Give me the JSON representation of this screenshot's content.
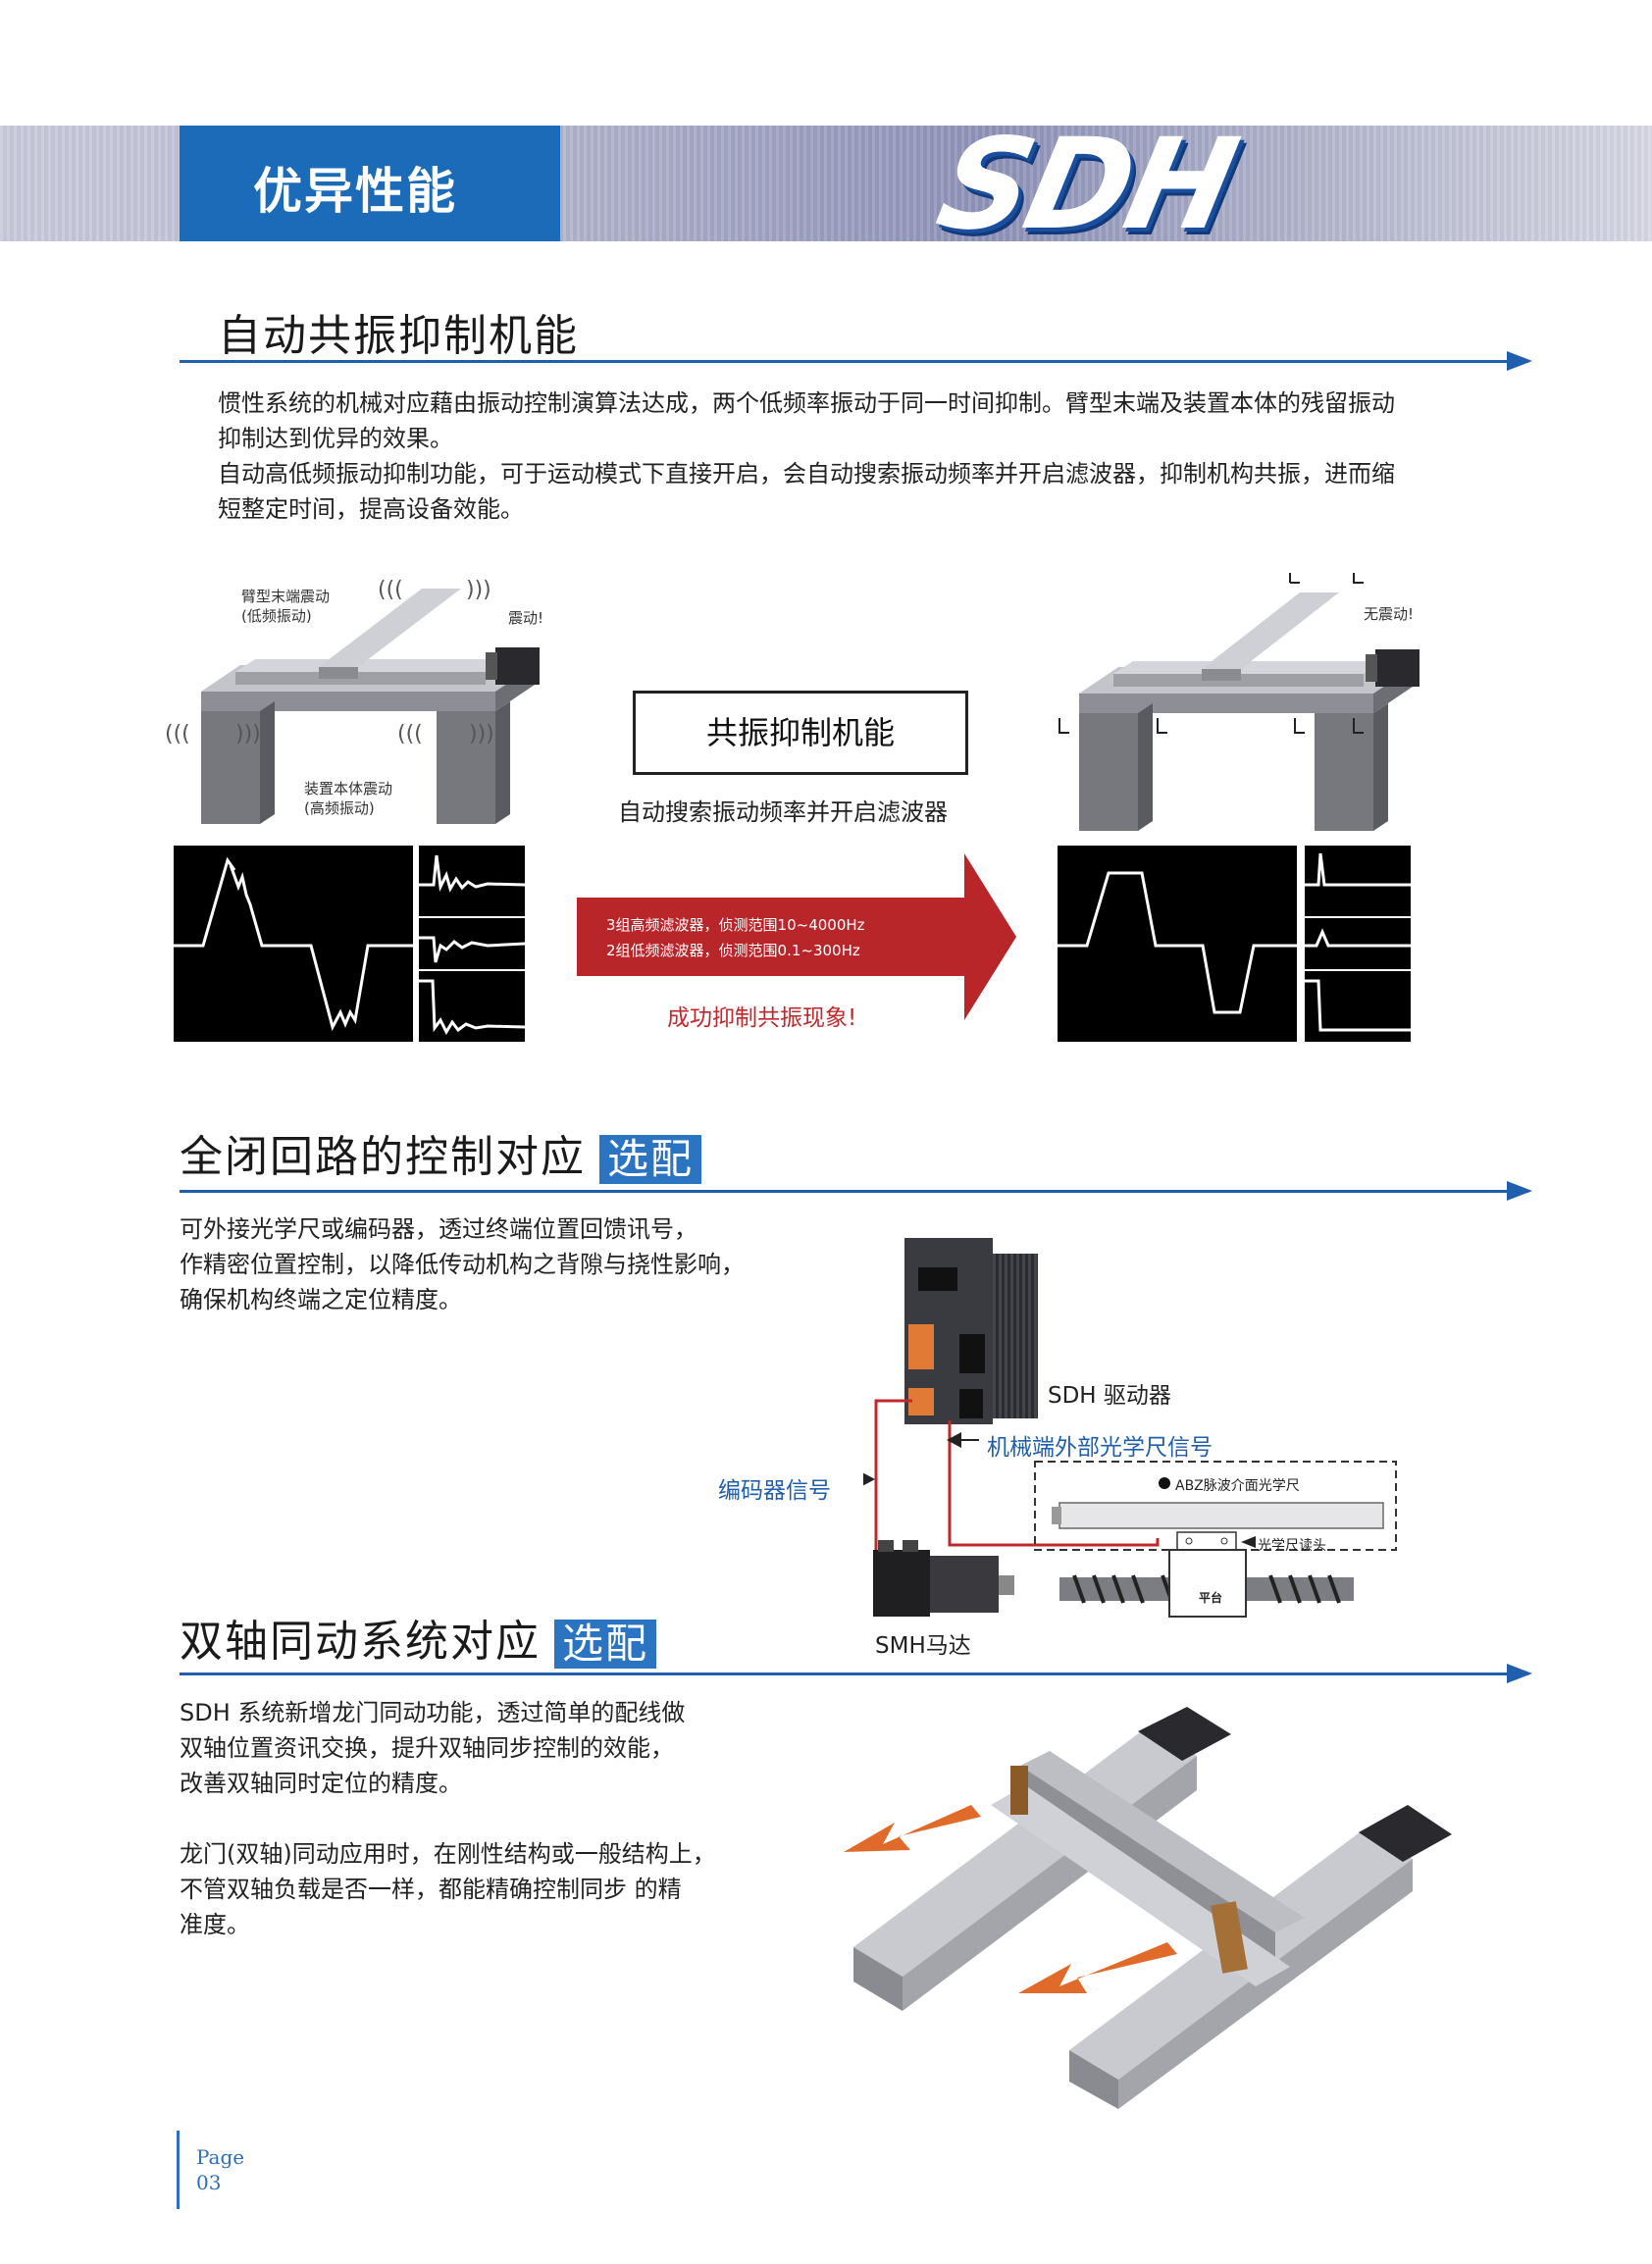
{
  "header": {
    "title": "优异性能",
    "logo_text": "SDH"
  },
  "section1": {
    "title": "自动共振抑制机能",
    "paragraphs": [
      "惯性系统的机械对应藉由振动控制演算法达成，两个低频率振动于同一时间抑制。臂型末端及装置本体的残留振动",
      "抑制达到优异的效果。",
      "自动高低频振动抑制功能，可于运动模式下直接开启，会自动搜索振动频率并开启滤波器，抑制机构共振，进而缩",
      "短整定时间，提高设备效能。"
    ],
    "left_fig": {
      "arm_label_1": "臂型末端震动",
      "arm_label_2": "(低频振动)",
      "shake": "震动!",
      "body_label_1": "装置本体震动",
      "body_label_2": "(高频振动)"
    },
    "right_fig": {
      "no_shake": "无震动!"
    },
    "function_box": "共振抑制机能",
    "function_caption": "自动搜索振动频率并开启滤波器",
    "arrow_text_1": "3组高频滤波器，侦测范围10~4000Hz",
    "arrow_text_2": "2组低频滤波器，侦测范围0.1~300Hz",
    "success_text": "成功抑制共振现象!"
  },
  "section2": {
    "title": "全闭回路的控制对应",
    "tag": "选配",
    "paragraphs": [
      "可外接光学尺或编码器，透过终端位置回馈讯号，",
      "作精密位置控制，以降低传动机构之背隙与挠性影响，",
      "确保机构终端之定位精度。"
    ],
    "diagram": {
      "driver_label": "SDH 驱动器",
      "scale_signal": "机械端外部光学尺信号",
      "encoder_signal": "编码器信号",
      "abz_label": "ABZ脉波介面光学尺",
      "scale_head": "光学尺读头",
      "platform": "平台",
      "motor_label": "SMH马达"
    }
  },
  "section3": {
    "title": "双轴同动系统对应",
    "tag": "选配",
    "paragraphs": [
      "SDH 系统新增龙门同动功能，透过简单的配线做",
      "双轴位置资讯交换，提升双轴同步控制的效能，",
      "改善双轴同时定位的精度。",
      "",
      "龙门(双轴)同动应用时，在刚性结构或一般结构上，",
      "不管双轴负载是否一样，都能精确控制同步 的精",
      "准度。"
    ]
  },
  "footer": {
    "page_label": "Page",
    "page_number": "03"
  },
  "colors": {
    "brand_blue": "#1c6bb8",
    "rule_blue": "#1f5fad",
    "arrow_red": "#b8262a",
    "success_red": "#c0282c"
  }
}
